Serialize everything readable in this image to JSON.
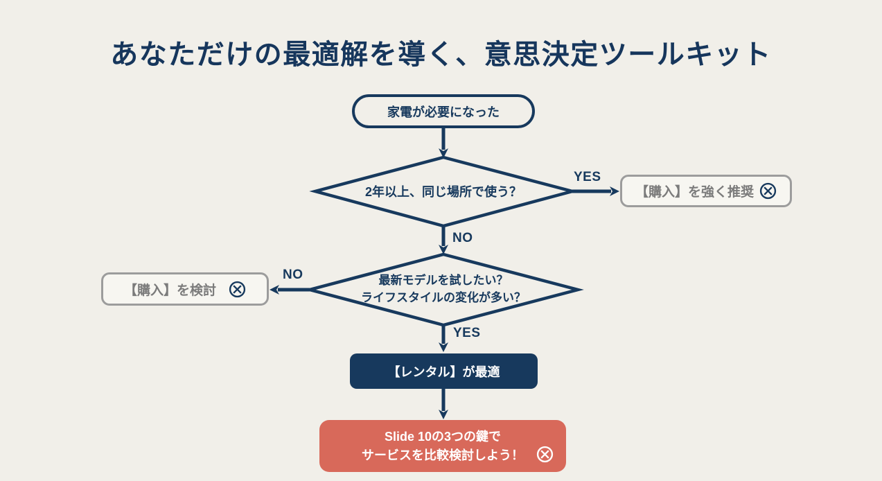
{
  "title": "あなただけの最適解を導く、意思決定ツールキット",
  "colors": {
    "background": "#f1efe9",
    "navy": "#17395d",
    "gray_text": "#7b7b7b",
    "gray_border": "#9c9c9c",
    "gray_box_fill": "#f7f6f1",
    "red": "#d8695a",
    "white": "#ffffff"
  },
  "flowchart": {
    "start": {
      "label": "家電が必要になった"
    },
    "decision1": {
      "question": "2年以上、同じ場所で使う？"
    },
    "decision2": {
      "question_line1": "最新モデルを試したい？",
      "question_line2": "ライフスタイルの変化が多い？"
    },
    "edge_labels": {
      "d1_yes": "YES",
      "d1_no": "NO",
      "d2_no": "NO",
      "d2_yes": "YES"
    },
    "outcome_purchase_strong": {
      "label": "【購入】を強く推奨",
      "icon": "circled-x-icon"
    },
    "outcome_purchase_consider": {
      "label": "【購入】を検討",
      "icon": "circled-x-icon"
    },
    "outcome_rental": {
      "label": "【レンタル】が最適"
    },
    "cta": {
      "line1": "Slide 10の3つの鍵で",
      "line2": "サービスを比較検討しよう！",
      "icon": "circled-x-icon"
    }
  }
}
